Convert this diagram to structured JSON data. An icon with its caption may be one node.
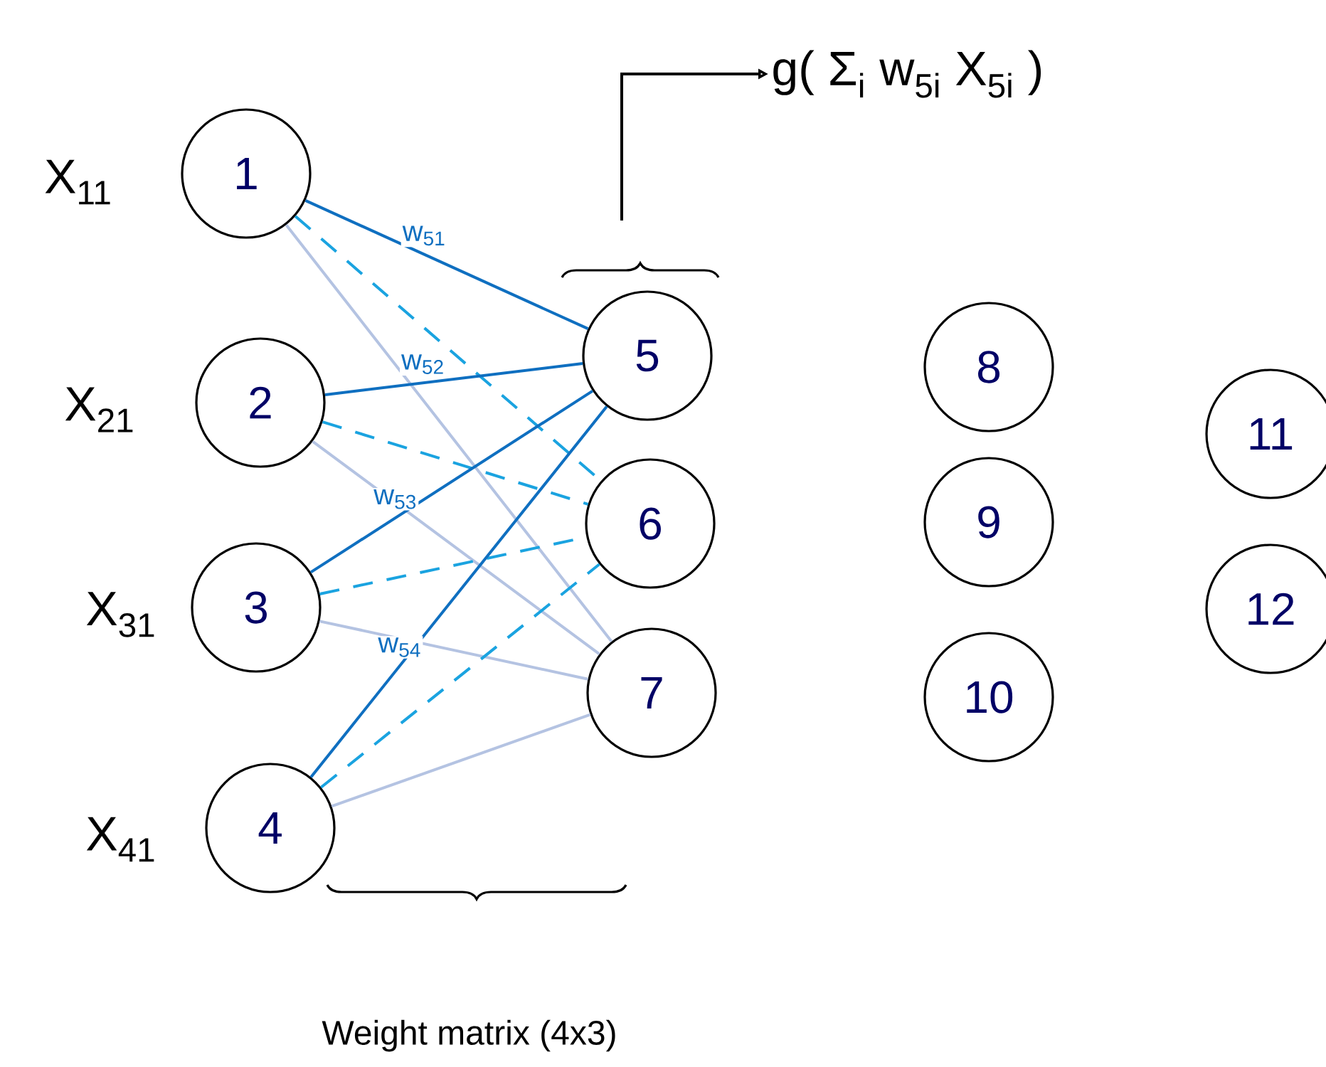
{
  "diagram": {
    "nodes": [
      {
        "text": [
          "1"
        ],
        "beside": [
          "X$_{11}$"
        ]
      },
      {
        "text": [
          "2"
        ],
        "beside": [
          "X$_{21}$"
        ]
      },
      {
        "text": [
          "3"
        ],
        "beside": [
          "X$_{31}$"
        ]
      },
      {
        "text": [
          "4"
        ],
        "beside": [
          "X$_{41}$"
        ]
      },
      {
        "text": [
          "5"
        ]
      },
      {
        "text": [
          "6"
        ]
      },
      {
        "text": [
          "7"
        ]
      },
      {
        "text": [
          "8"
        ]
      },
      {
        "text": [
          "9"
        ]
      },
      {
        "text": [
          "10"
        ]
      },
      {
        "text": [
          "11"
        ]
      },
      {
        "text": [
          "12"
        ]
      },
      {
        "text": [
          "g( Σ$_{i}$ w$_{5i}$ X$_{5i}$ )"
        ]
      }
    ],
    "edges": [
      {
        "from": 0,
        "to": 4,
        "arrow": "none",
        "color": "#0f6fc0",
        "label": "w$_{51}$"
      },
      {
        "from": 0,
        "to": 5,
        "arrow": "none",
        "color": "#1aa3e0",
        "style": "dashed"
      },
      {
        "from": 0,
        "to": 6,
        "arrow": "none",
        "color": "#b4c3e2"
      },
      {
        "from": 1,
        "to": 4,
        "arrow": "none",
        "color": "#0f6fc0",
        "label": "w$_{52}$"
      },
      {
        "from": 1,
        "to": 5,
        "arrow": "none",
        "color": "#1aa3e0",
        "style": "dashed"
      },
      {
        "from": 1,
        "to": 6,
        "arrow": "none",
        "color": "#b4c3e2"
      },
      {
        "from": 2,
        "to": 4,
        "arrow": "none",
        "color": "#0f6fc0",
        "label": "w$_{53}$"
      },
      {
        "from": 2,
        "to": 5,
        "arrow": "none",
        "color": "#1aa3e0",
        "style": "dashed"
      },
      {
        "from": 2,
        "to": 6,
        "arrow": "none",
        "color": "#b4c3e2"
      },
      {
        "from": 3,
        "to": 4,
        "arrow": "none",
        "color": "#0f6fc0",
        "label": "w$_{54}$"
      },
      {
        "from": 3,
        "to": 5,
        "arrow": "none",
        "color": "#1aa3e0",
        "style": "dashed"
      },
      {
        "from": 3,
        "to": 6,
        "arrow": "none",
        "color": "#b4c3e2"
      },
      {
        "from": null,
        "to": 12,
        "arrow": "to",
        "color": "#000000"
      }
    ],
    "labels": [
      "Weight matrix (4x3)"
    ]
  }
}
